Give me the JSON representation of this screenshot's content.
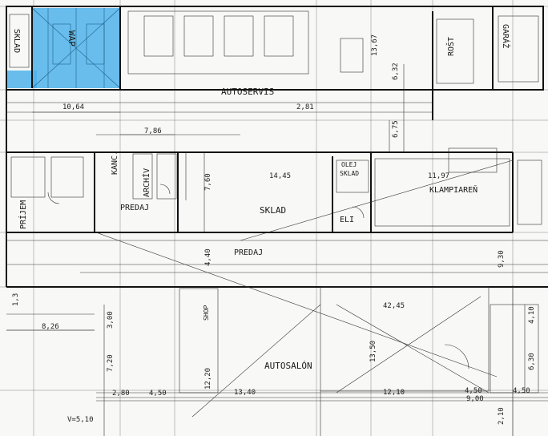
{
  "plan": {
    "highlight_color": "#4fb3ea",
    "rooms": {
      "autoservis": "AUTOSERVIS",
      "wap": "WAP",
      "sklad_vertical": "SKLAD",
      "rost": "ROŠT",
      "sklad_main": "SKLAD",
      "olej_sklad_1": "OLEJ",
      "olej_sklad_2": "SKLAD",
      "eli": "ELI",
      "klampiaren": "KLAMPIAREŇ",
      "kanc": "KANC.",
      "archiv": "ARCHÍV",
      "predaj_upper": "PREDAJ",
      "predaj_lower": "PREDAJ",
      "prijem": "PRÍJEM",
      "shop": "SHOP",
      "autosalon": "AUTOSALÓN",
      "garaz": "GARÁŽ"
    },
    "dimensions": {
      "d_1064": "10,64",
      "d_281": "2,81",
      "d_786": "7,86",
      "d_1445": "14,45",
      "d_1197": "11,97",
      "d_1367": "13,67",
      "d_632": "6,32",
      "d_675": "6,75",
      "d_760": "7,60",
      "d_440": "4,40",
      "d_930": "9,30",
      "d_4245": "42,45",
      "d_1350": "13,50",
      "d_1220": "12,20",
      "d_1340": "13,40",
      "d_1210": "12,10",
      "d_826": "8,26",
      "d_300": "3,00",
      "d_720": "7,20",
      "d_280": "2,80",
      "d_450a": "4,50",
      "d_450b": "4,50",
      "d_450c": "4,50",
      "d_900": "9,00",
      "d_410": "4,10",
      "d_630": "6,30",
      "d_210": "2,10",
      "vs": "V=5,10",
      "d_13": "1,3"
    }
  }
}
